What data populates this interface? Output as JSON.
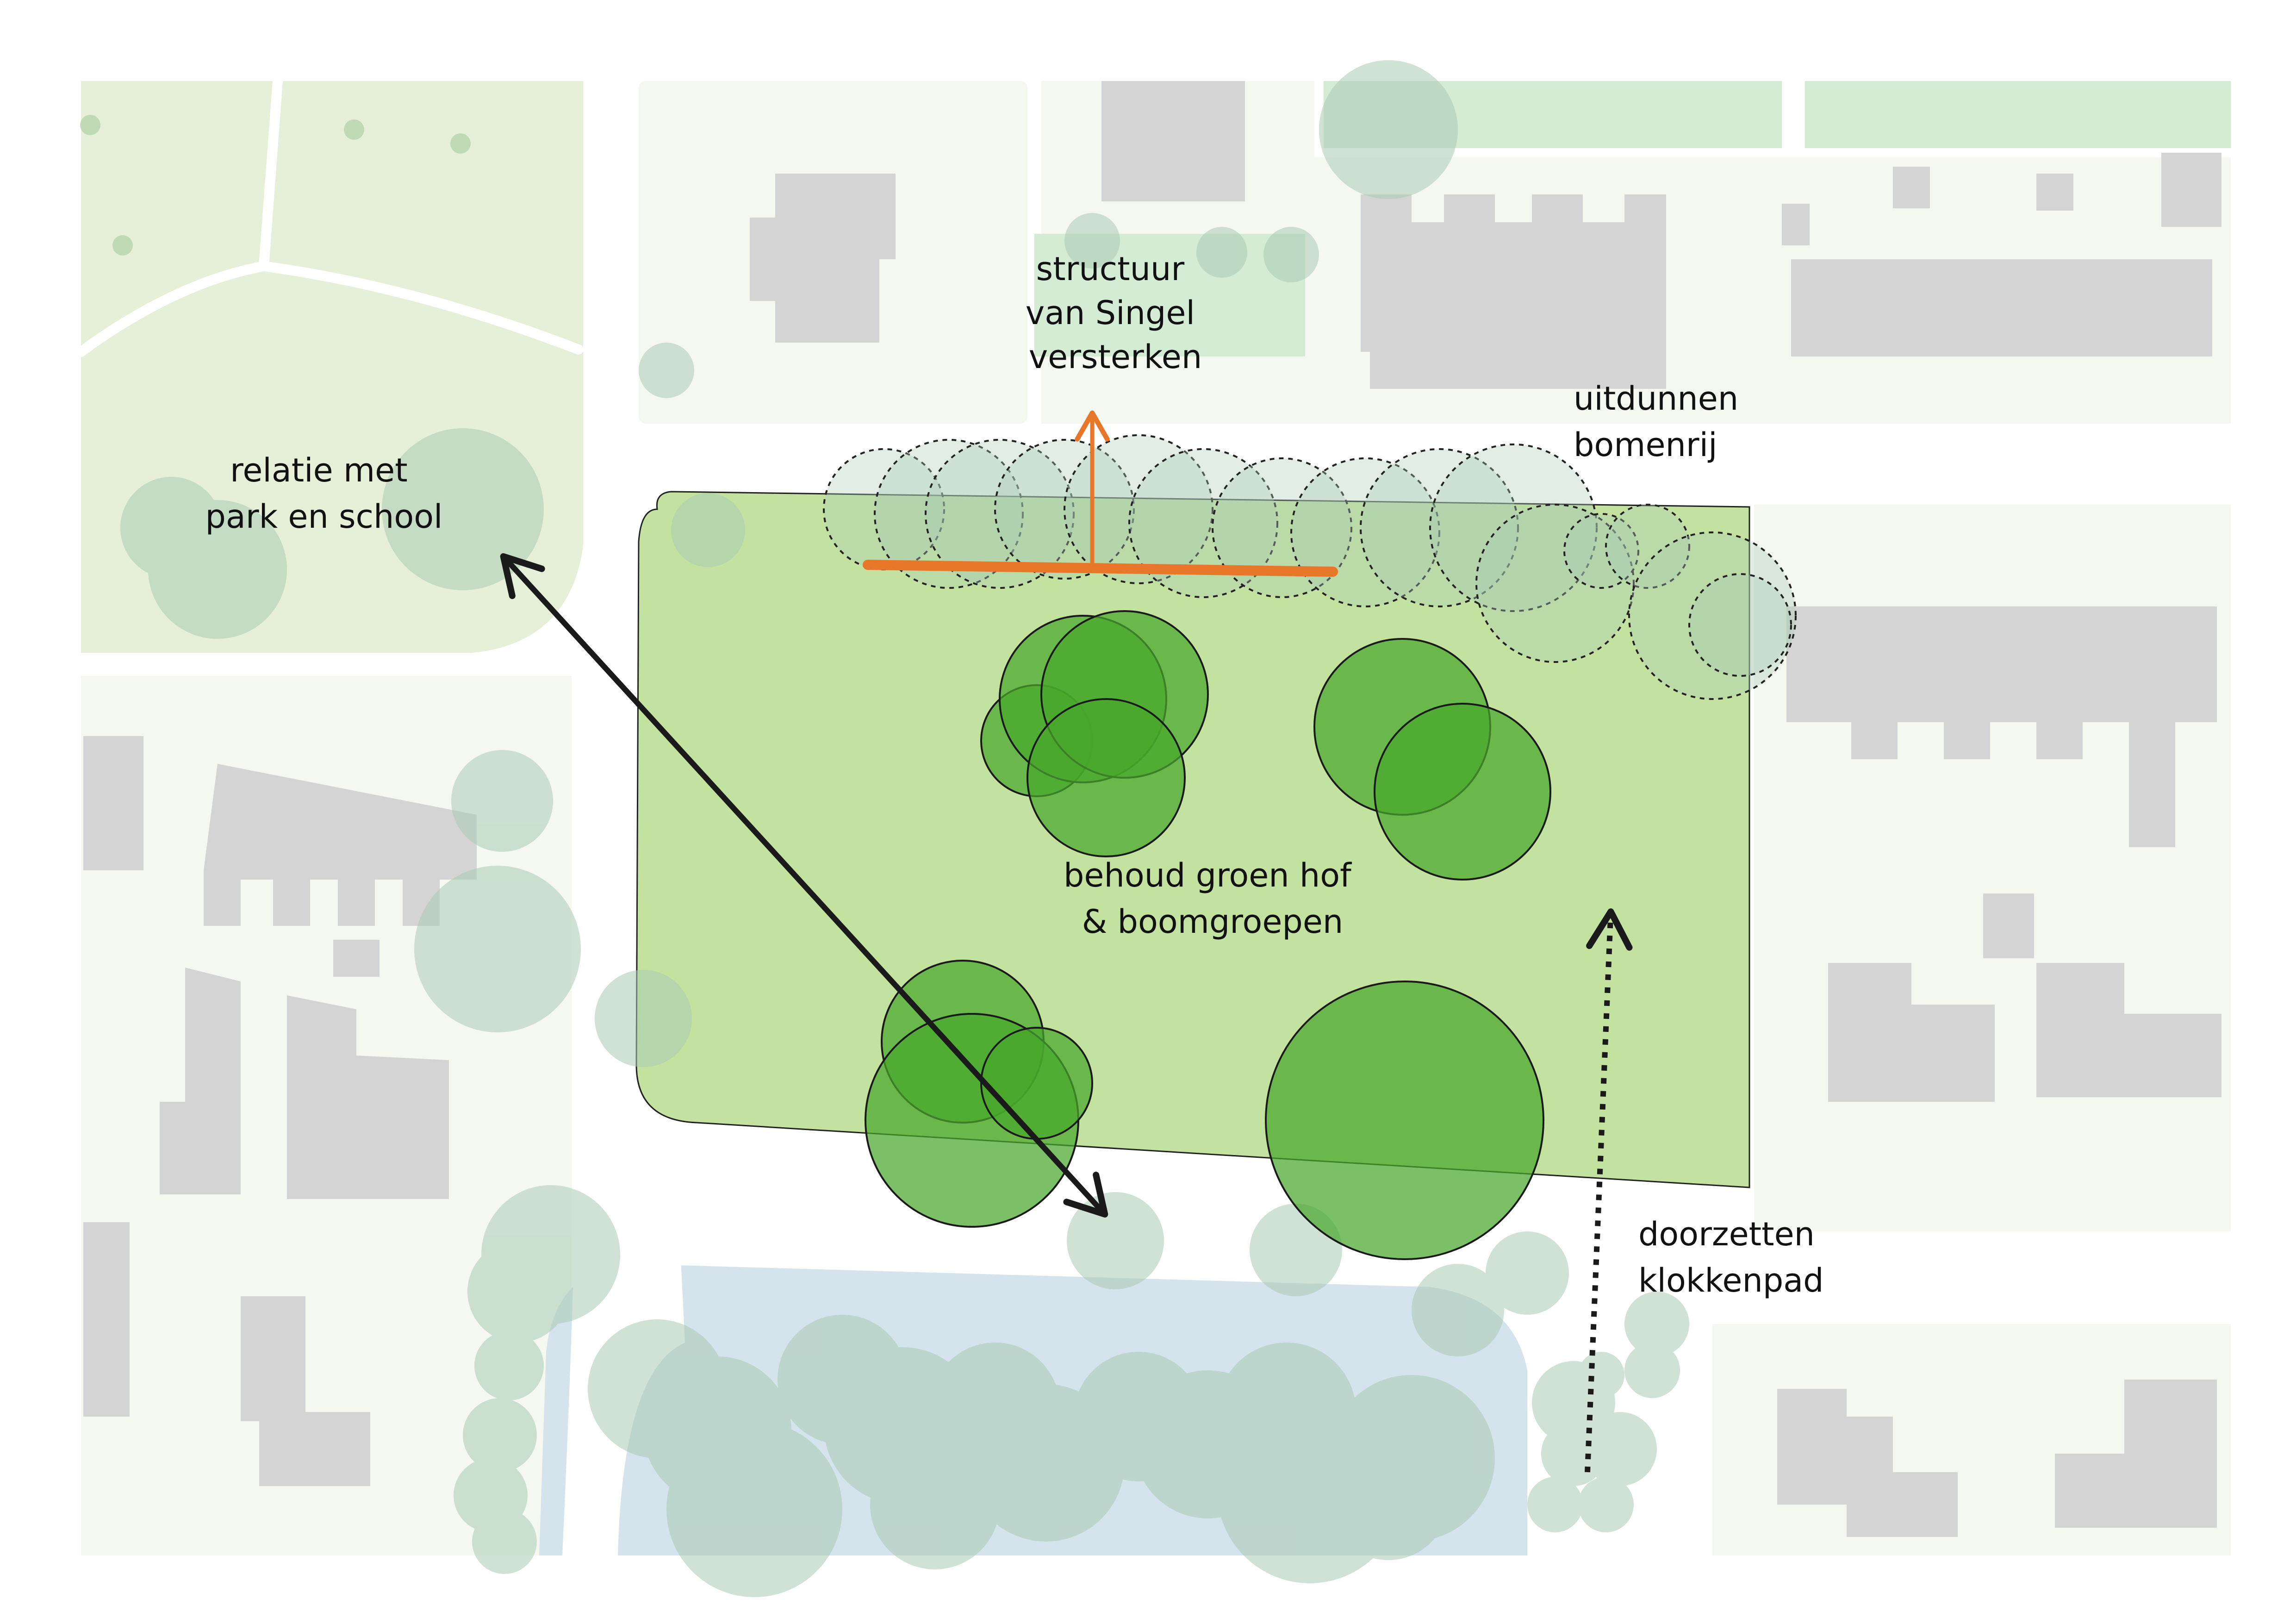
{
  "map": {
    "labels": {
      "structuur_line1": "structuur",
      "structuur_line2": "van Singel",
      "structuur_line3": "versterken",
      "uitdunnen_line1": "uitdunnen",
      "uitdunnen_line2": "bomenrij",
      "relatie_line1": "relatie met",
      "relatie_line2": "park en school",
      "behoud_line1": "behoud groen hof",
      "behoud_line2": "& boomgroepen",
      "doorzetten_line1": "doorzetten",
      "doorzetten_line2": "klokkenpad"
    },
    "colors": {
      "building": "#d4d4d4",
      "parcel": "#f5f8f1",
      "park": "#e6f0d8",
      "courtyard": "#c3e2a0",
      "water": "#d5e3ec",
      "existing_tree": "#a9cbb4",
      "proposed_tree": "#48a82b",
      "singel_accent": "#e8772a",
      "arrow": "#1a1a1a"
    }
  }
}
